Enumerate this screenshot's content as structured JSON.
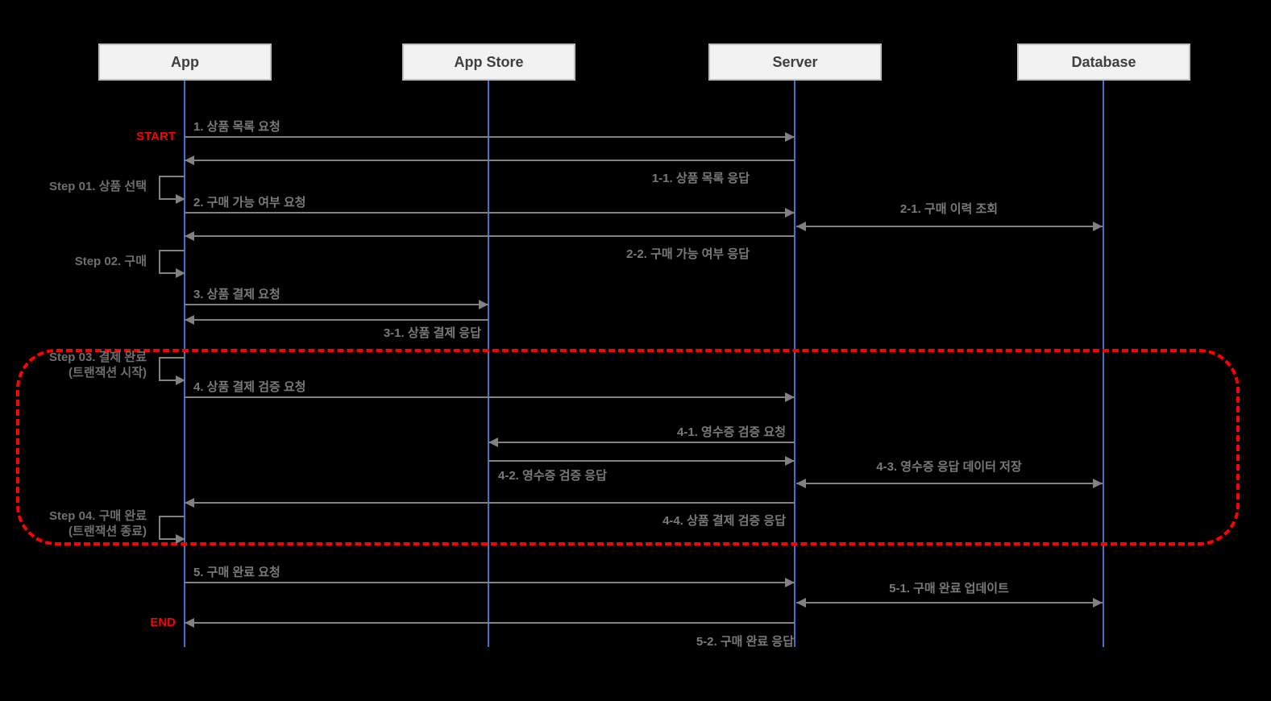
{
  "diagram": {
    "type": "sequence-diagram",
    "actors": [
      {
        "id": "app",
        "label": "App"
      },
      {
        "id": "app-store",
        "label": "App Store"
      },
      {
        "id": "server",
        "label": "Server"
      },
      {
        "id": "database",
        "label": "Database"
      }
    ],
    "markers": {
      "start": "START",
      "end": "END"
    },
    "steps": [
      {
        "label": "Step 01. 상품 선택",
        "sub": ""
      },
      {
        "label": "Step 02. 구매",
        "sub": ""
      },
      {
        "label": "Step 03. 결제 완료",
        "sub": "(트랜잭션 시작)"
      },
      {
        "label": "Step 04. 구매 완료",
        "sub": "(트랜잭션 종료)"
      }
    ],
    "messages": [
      {
        "label": "1. 상품 목록 요청",
        "from": "app",
        "to": "server",
        "direction": "right"
      },
      {
        "label": "1-1. 상품 목록 응답",
        "from": "server",
        "to": "app",
        "direction": "left"
      },
      {
        "label": "2. 구매 가능 여부 요청",
        "from": "app",
        "to": "server",
        "direction": "right"
      },
      {
        "label": "2-1. 구매 이력 조회",
        "from": "server",
        "to": "database",
        "direction": "both"
      },
      {
        "label": "2-2. 구매 가능 여부 응답",
        "from": "server",
        "to": "app",
        "direction": "left"
      },
      {
        "label": "3. 상품 결제 요청",
        "from": "app",
        "to": "app-store",
        "direction": "right"
      },
      {
        "label": "3-1. 상품 결제 응답",
        "from": "app-store",
        "to": "app",
        "direction": "left"
      },
      {
        "label": "4. 상품 결제 검증 요청",
        "from": "app",
        "to": "server",
        "direction": "right"
      },
      {
        "label": "4-1. 영수증 검증 요청",
        "from": "server",
        "to": "app-store",
        "direction": "left"
      },
      {
        "label": "4-2. 영수증 검증 응답",
        "from": "app-store",
        "to": "server",
        "direction": "right"
      },
      {
        "label": "4-3. 영수증 응답 데이터 저장",
        "from": "server",
        "to": "database",
        "direction": "both"
      },
      {
        "label": "4-4. 상품 결제 검증 응답",
        "from": "server",
        "to": "app",
        "direction": "left"
      },
      {
        "label": "5. 구매 완료 요청",
        "from": "app",
        "to": "server",
        "direction": "right"
      },
      {
        "label": "5-1. 구매 완료 업데이트",
        "from": "server",
        "to": "database",
        "direction": "both"
      },
      {
        "label": "5-2. 구매 완료 응답",
        "from": "server",
        "to": "app",
        "direction": "left"
      }
    ],
    "colors": {
      "background": "#000000",
      "lifeline": "#4472C4",
      "arrow": "#818181",
      "box_fill": "#F2F2F2",
      "box_border": "#BFBFBF",
      "box_text": "#3F3F3F",
      "label_text": "#7A7A7A",
      "accent_red": "#FF0000"
    }
  }
}
